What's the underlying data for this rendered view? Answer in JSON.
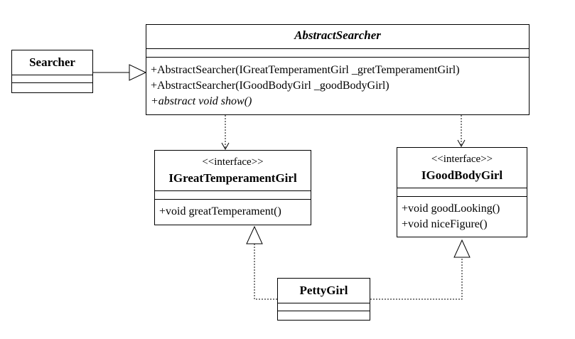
{
  "classes": {
    "searcher": {
      "name": "Searcher"
    },
    "abstract_searcher": {
      "name": "AbstractSearcher",
      "operations": [
        "+AbstractSearcher(IGreatTemperamentGirl _gretTemperamentGirl)",
        "+AbstractSearcher(IGoodBodyGirl _goodBodyGirl)",
        "+abstract void show()"
      ]
    },
    "great_temperament_girl": {
      "stereotype": "<<interface>>",
      "name": "IGreatTemperamentGirl",
      "operations": [
        "+void greatTemperament()"
      ]
    },
    "good_body_girl": {
      "stereotype": "<<interface>>",
      "name": "IGoodBodyGirl",
      "operations": [
        "+void goodLooking()",
        "+void niceFigure()"
      ]
    },
    "petty_girl": {
      "name": "PettyGirl"
    }
  }
}
